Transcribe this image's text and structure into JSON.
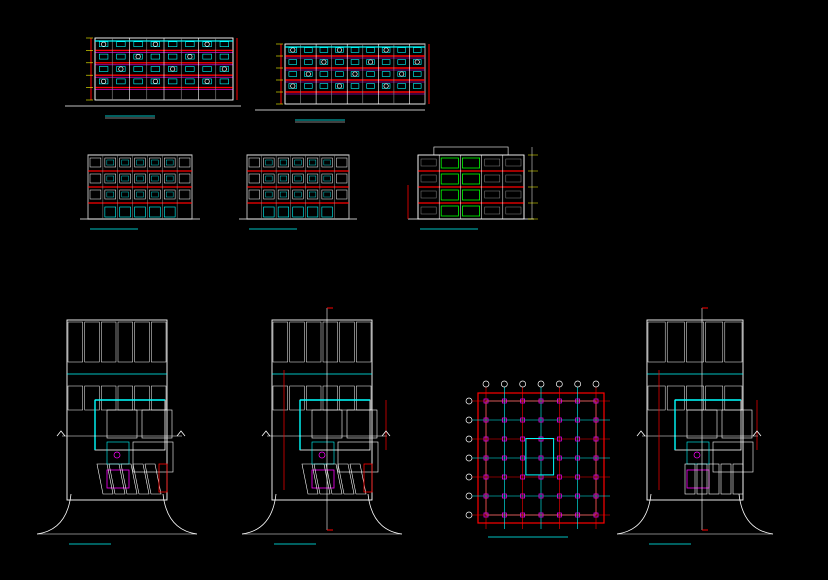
{
  "view": {
    "background": "#000000",
    "palette": {
      "cyan": "#00ffff",
      "white": "#ffffff",
      "red": "#ff0000",
      "magenta": "#ff00ff",
      "green": "#00ff00",
      "yellow": "#ffff00",
      "grey": "#8a8a8a"
    }
  },
  "sheets": {
    "elevation_long_1": {
      "kind": "elevation",
      "floors": 5,
      "bays": 8
    },
    "elevation_long_2": {
      "kind": "elevation",
      "floors": 5,
      "bays": 9
    },
    "elevation_short_1": {
      "kind": "elevation",
      "floors": 4,
      "bays": 7
    },
    "elevation_short_2": {
      "kind": "elevation",
      "floors": 4,
      "bays": 7
    },
    "section": {
      "kind": "section",
      "floors": 4,
      "bays": 5
    },
    "plan_ground": {
      "kind": "plan",
      "parking_stalls": 6
    },
    "plan_first": {
      "kind": "plan",
      "parking_stalls": 6
    },
    "plan_structure": {
      "kind": "structural-plan"
    },
    "plan_typical": {
      "kind": "plan",
      "parking_stalls": 5
    }
  }
}
